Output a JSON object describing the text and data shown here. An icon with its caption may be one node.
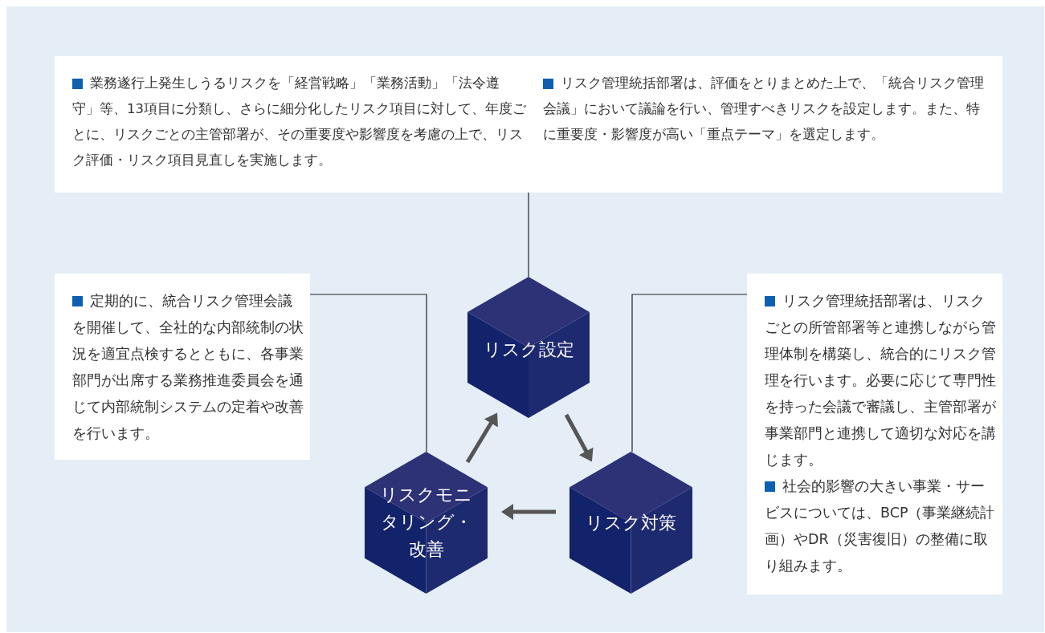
{
  "diagram": {
    "nodes": [
      {
        "text": [
          "業務遂行上発生しうるリスクを「経営戦略」「業務活動」「法令遵守」等、13項目に分類し、さらに細分化したリスク項目に対して、年度ごとに、リスクごとの主管部署が、その重要度や影響度を考慮の上で、リスク評価・リスク項目見直しを実施します。",
          "リスク管理統括部署は、評価をとりまとめた上で、「統合リスク管理会議」において議論を行い、管理すべきリスクを設定します。また、特に重要度・影響度が高い「重点テーマ」を選定します。"
        ]
      },
      {
        "text": [
          "定期的に、統合リスク管理会議を開催して、全社的な内部統制の状況を適宜点検するとともに、各事業部門が出席する業務推進委員会を通じて内部統制システムの定着や改善を行います。"
        ]
      },
      {
        "text": [
          "リスク管理統括部署は、リスクごとの所管部署等と連携しながら管理体制を構築し、統合的にリスク管理を行います。必要に応じて専門性を持った会議で審議し、主管部署が事業部門と連携して適切な対応を講じます。",
          "社会的影響の大きい事業・サービスについては、BCP（事業継続計画）やDR（災害復旧）の整備に取り組みます。"
        ]
      },
      {
        "text": [
          "リスク設定"
        ]
      },
      {
        "text": [
          "リスク対策"
        ]
      },
      {
        "text": [
          "リスクモニタリング・改善"
        ]
      }
    ],
    "edges": [
      {
        "from": 0,
        "to": 3,
        "arrow": "none"
      },
      {
        "from": 1,
        "to": 5,
        "arrow": "none"
      },
      {
        "from": 2,
        "to": 4,
        "arrow": "none"
      },
      {
        "from": 3,
        "to": 4,
        "arrow": "to",
        "style": "thick",
        "color": "#555555"
      },
      {
        "from": 4,
        "to": 5,
        "arrow": "to",
        "style": "thick",
        "color": "#555555"
      },
      {
        "from": 5,
        "to": 3,
        "arrow": "to",
        "style": "thick",
        "color": "#555555"
      }
    ]
  }
}
